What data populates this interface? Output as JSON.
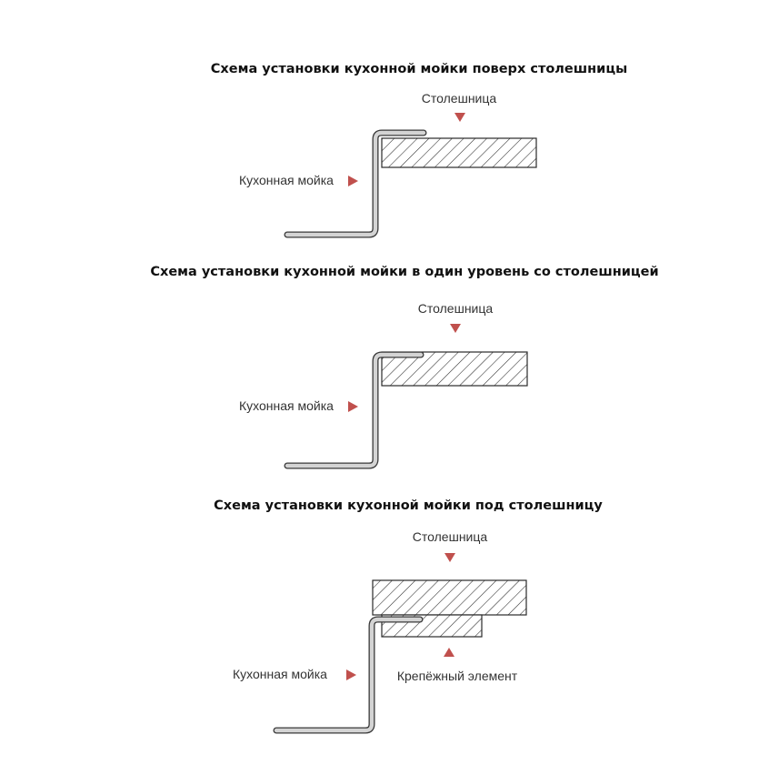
{
  "diagrams": [
    {
      "title": "Схема установки кухонной мойки поверх столешницы",
      "countertop_label": "Столешница",
      "sink_label": "Кухонная мойка"
    },
    {
      "title": "Схема установки кухонной мойки в один уровень со столешницей",
      "countertop_label": "Столешница",
      "sink_label": "Кухонная мойка"
    },
    {
      "title": "Схема установки кухонной мойки под столешницу",
      "countertop_label": "Столешница",
      "sink_label": "Кухонная мойка",
      "fastener_label": "Крепёжный элемент"
    }
  ],
  "colors": {
    "arrow": "#c0504d",
    "sink_fill": "#d4d4d4",
    "outline": "#2a2a2a"
  }
}
